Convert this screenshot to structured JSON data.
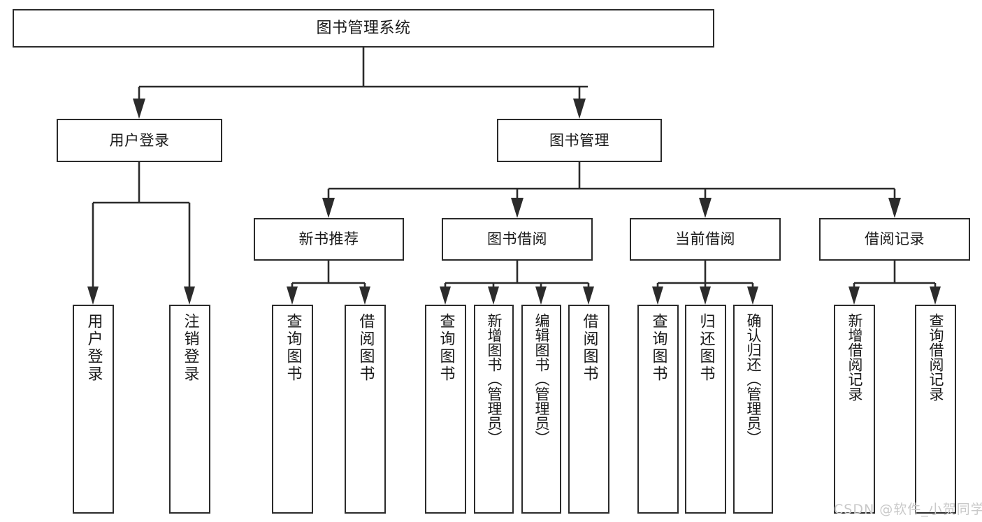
{
  "diagram": {
    "title": "图书管理系统",
    "type": "tree-hierarchy-diagram",
    "watermark": "CSDN @软件_小贺同学",
    "colors": {
      "box_border": "#2b2b2b",
      "box_fill": "#ffffff",
      "connector": "#2b2b2b",
      "text": "#1a1a1a",
      "watermark": "#c9c9c9",
      "background": "#ffffff"
    },
    "levels": {
      "root": {
        "label": "图书管理系统"
      },
      "level2": [
        {
          "label": "用户登录"
        },
        {
          "label": "图书管理"
        }
      ],
      "level3": [
        {
          "label": "新书推荐"
        },
        {
          "label": "图书借阅"
        },
        {
          "label": "当前借阅"
        },
        {
          "label": "借阅记录"
        }
      ],
      "leaves": [
        {
          "label": "用户登录",
          "parent": "用户登录"
        },
        {
          "label": "注销登录",
          "parent": "用户登录"
        },
        {
          "label": "查询图书",
          "parent": "新书推荐"
        },
        {
          "label": "借阅图书",
          "parent": "新书推荐"
        },
        {
          "label": "查询图书",
          "parent": "图书借阅"
        },
        {
          "label": "新增图书（管理员）",
          "parent": "图书借阅"
        },
        {
          "label": "编辑图书（管理员）",
          "parent": "图书借阅"
        },
        {
          "label": "借阅图书",
          "parent": "图书借阅"
        },
        {
          "label": "查询图书",
          "parent": "当前借阅"
        },
        {
          "label": "归还图书",
          "parent": "当前借阅"
        },
        {
          "label": "确认归还（管理员）",
          "parent": "当前借阅"
        },
        {
          "label": "新增借阅记录",
          "parent": "借阅记录"
        },
        {
          "label": "查询借阅记录",
          "parent": "借阅记录"
        }
      ]
    }
  }
}
